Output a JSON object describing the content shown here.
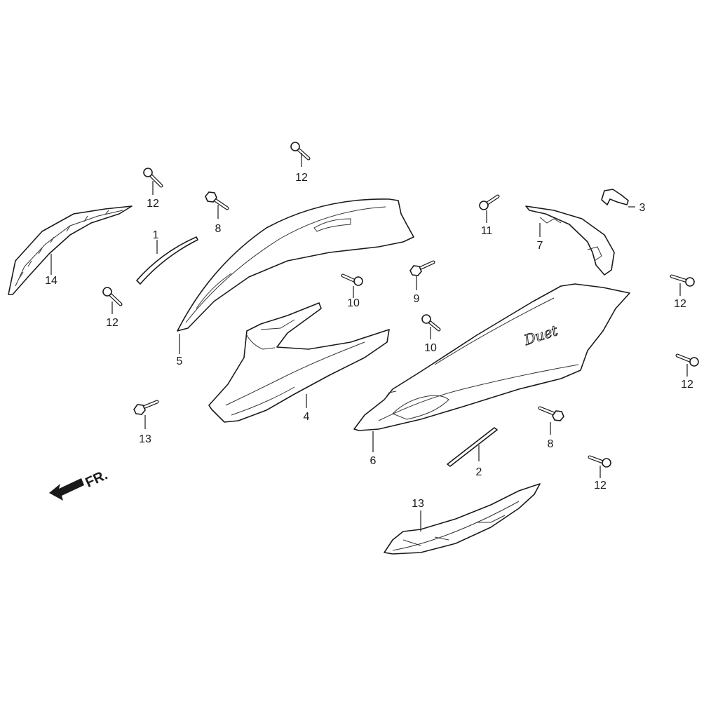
{
  "diagram": {
    "direction_label": "FR.",
    "emblem_text": "Duet",
    "callouts": {
      "c1": "1",
      "c2": "2",
      "c3": "3",
      "c4": "4",
      "c5": "5",
      "c6": "6",
      "c7": "7",
      "c8a": "8",
      "c8b": "8",
      "c9": "9",
      "c10a": "10",
      "c10b": "10",
      "c11": "11",
      "c12a": "12",
      "c12b": "12",
      "c12c": "12",
      "c12d": "12",
      "c12e": "12",
      "c12f": "12",
      "c13a": "13",
      "c13b": "13",
      "c14": "14"
    },
    "colors": {
      "line": "#1a1a1a",
      "background": "#ffffff"
    }
  }
}
